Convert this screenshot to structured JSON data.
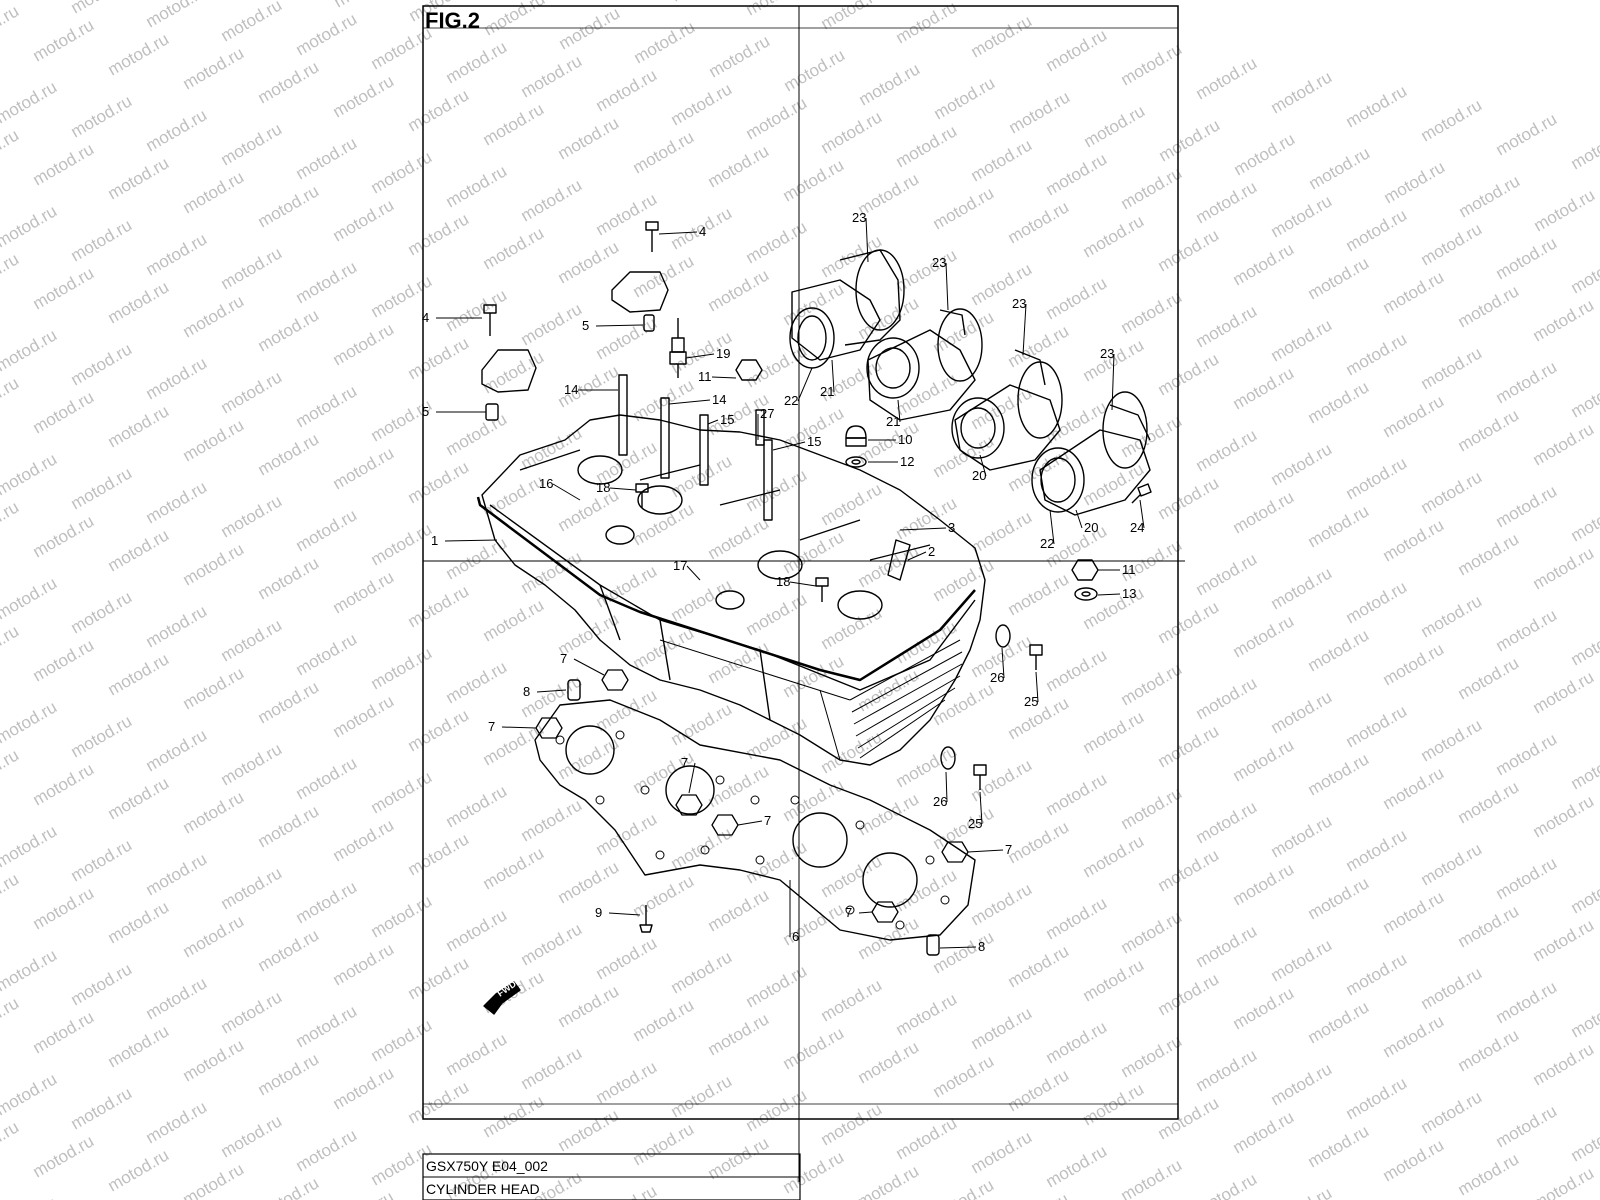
{
  "figure": {
    "title": "FIG.2",
    "watermark": "motod.ru",
    "model_code": "GSX750Y E04_002",
    "section_name": "CYLINDER HEAD",
    "fwd_label": "FWD"
  },
  "callouts": [
    {
      "id": "c4a",
      "label": "4"
    },
    {
      "id": "c4b",
      "label": "4"
    },
    {
      "id": "c5a",
      "label": "5"
    },
    {
      "id": "c5b",
      "label": "5"
    },
    {
      "id": "c19",
      "label": "19"
    },
    {
      "id": "c11a",
      "label": "11"
    },
    {
      "id": "c14a",
      "label": "14"
    },
    {
      "id": "c14b",
      "label": "14"
    },
    {
      "id": "c15a",
      "label": "15"
    },
    {
      "id": "c15b",
      "label": "15"
    },
    {
      "id": "c27",
      "label": "27"
    },
    {
      "id": "c22a",
      "label": "22"
    },
    {
      "id": "c21a",
      "label": "21"
    },
    {
      "id": "c21b",
      "label": "21"
    },
    {
      "id": "c23a",
      "label": "23"
    },
    {
      "id": "c23b",
      "label": "23"
    },
    {
      "id": "c23c",
      "label": "23"
    },
    {
      "id": "c23d",
      "label": "23"
    },
    {
      "id": "c10",
      "label": "10"
    },
    {
      "id": "c12",
      "label": "12"
    },
    {
      "id": "c20a",
      "label": "20"
    },
    {
      "id": "c20b",
      "label": "20"
    },
    {
      "id": "c22b",
      "label": "22"
    },
    {
      "id": "c24",
      "label": "24"
    },
    {
      "id": "c16",
      "label": "16"
    },
    {
      "id": "c18a",
      "label": "18"
    },
    {
      "id": "c18b",
      "label": "18"
    },
    {
      "id": "c1",
      "label": "1"
    },
    {
      "id": "c3",
      "label": "3"
    },
    {
      "id": "c2",
      "label": "2"
    },
    {
      "id": "c17",
      "label": "17"
    },
    {
      "id": "c11b",
      "label": "11"
    },
    {
      "id": "c13",
      "label": "13"
    },
    {
      "id": "c26a",
      "label": "26"
    },
    {
      "id": "c25a",
      "label": "25"
    },
    {
      "id": "c7a",
      "label": "7"
    },
    {
      "id": "c8a",
      "label": "8"
    },
    {
      "id": "c7b",
      "label": "7"
    },
    {
      "id": "c7c",
      "label": "7"
    },
    {
      "id": "c7d",
      "label": "7"
    },
    {
      "id": "c26b",
      "label": "26"
    },
    {
      "id": "c25b",
      "label": "25"
    },
    {
      "id": "c7e",
      "label": "7"
    },
    {
      "id": "c7f",
      "label": "7"
    },
    {
      "id": "c9",
      "label": "9"
    },
    {
      "id": "c6",
      "label": "6"
    },
    {
      "id": "c8b",
      "label": "8"
    }
  ]
}
